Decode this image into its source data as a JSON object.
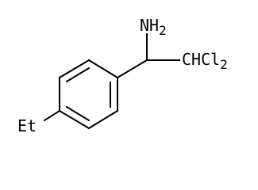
{
  "molecule": {
    "atoms": {
      "amine": {
        "main": "NH",
        "sub": "2"
      },
      "dichloromethyl": {
        "main": "CHCl",
        "sub": "2"
      },
      "ethyl": {
        "main": "Et"
      }
    },
    "bond_color": "#000000",
    "label_color": "#000000"
  }
}
